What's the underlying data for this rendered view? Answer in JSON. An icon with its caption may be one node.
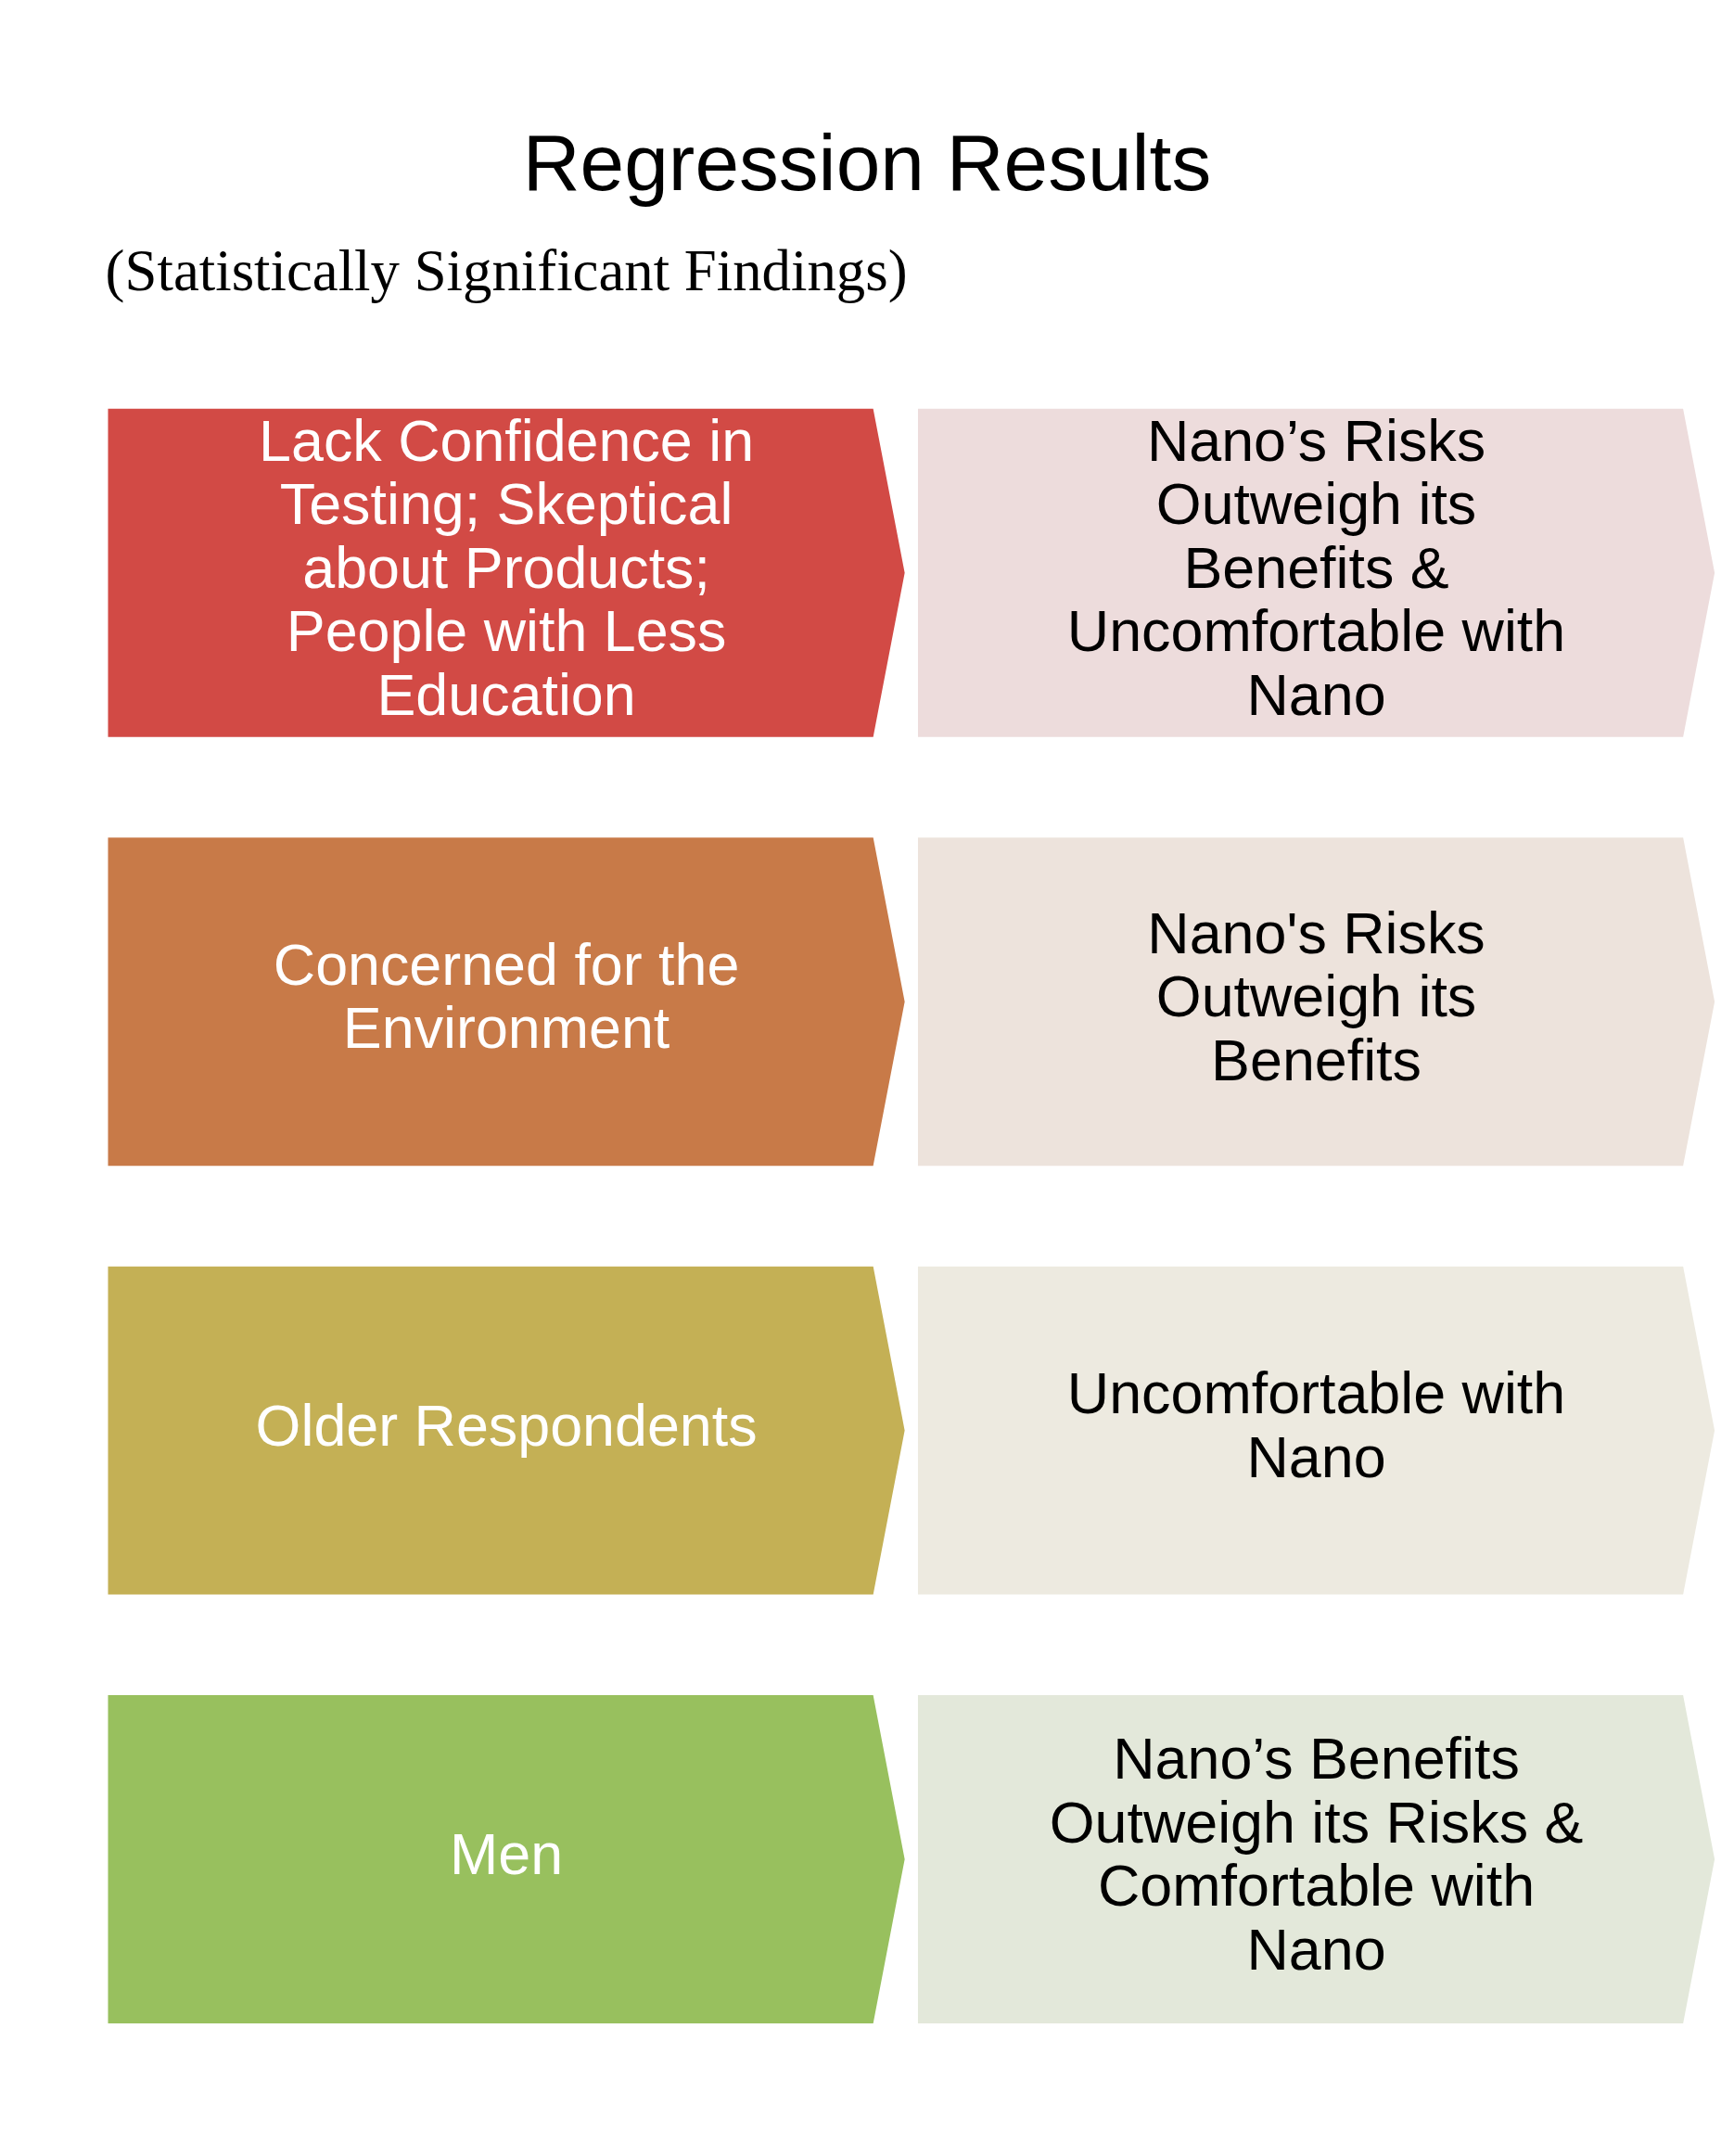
{
  "diagram": {
    "title": "Regression Results",
    "nodes": [
      {
        "text": [
          "Lack Confidence in Testing; Skeptical about Products; People with Less Education"
        ]
      },
      {
        "text": [
          "Nano’s Risks Outweigh its Benefits & Uncomfortable with Nano"
        ]
      },
      {
        "text": [
          "Concerned for the Environment"
        ]
      },
      {
        "text": [
          "Nano's Risks Outweigh its Benefits"
        ]
      },
      {
        "text": [
          "Older Respondents"
        ]
      },
      {
        "text": [
          "Uncomfortable with Nano"
        ]
      },
      {
        "text": [
          "Men"
        ]
      },
      {
        "text": [
          "Nano’s Benefits Outweigh its Risks & Comfortable with Nano"
        ]
      }
    ],
    "labels": [
      "(Statistically Significant Findings)"
    ]
  }
}
